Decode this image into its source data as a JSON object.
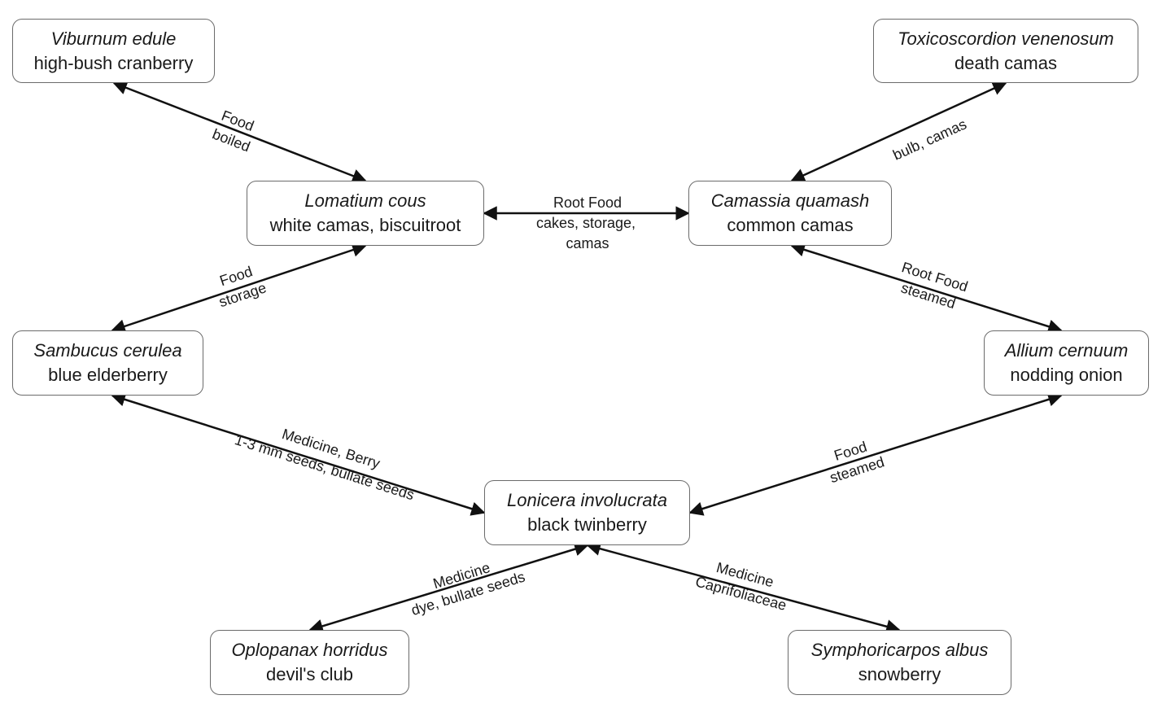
{
  "nodes": [
    {
      "id": "viburnum",
      "scientific": "Viburnum edule",
      "common": "high-bush cranberry"
    },
    {
      "id": "toxicoscordion",
      "scientific": "Toxicoscordion venenosum",
      "common": "death camas"
    },
    {
      "id": "lomatium",
      "scientific": "Lomatium cous",
      "common": "white camas, biscuitroot"
    },
    {
      "id": "camassia",
      "scientific": "Camassia quamash",
      "common": "common camas"
    },
    {
      "id": "sambucus",
      "scientific": "Sambucus cerulea",
      "common": "blue elderberry"
    },
    {
      "id": "allium",
      "scientific": "Allium cernuum",
      "common": "nodding onion"
    },
    {
      "id": "lonicera",
      "scientific": "Lonicera involucrata",
      "common": "black twinberry"
    },
    {
      "id": "oplopanax",
      "scientific": "Oplopanax horridus",
      "common": "devil's club"
    },
    {
      "id": "symphoricarpos",
      "scientific": "Symphoricarpos albus",
      "common": "snowberry"
    }
  ],
  "edges": [
    {
      "id": "viburnum-lomatium",
      "line1": "Food",
      "line2": "boiled"
    },
    {
      "id": "toxicoscordion-camassia",
      "line1": "",
      "line2": "bulb, camas"
    },
    {
      "id": "lomatium-camassia",
      "line1": "Root Food",
      "line2": "cakes, storage,",
      "line3": "camas"
    },
    {
      "id": "lomatium-sambucus",
      "line1": "Food",
      "line2": "storage"
    },
    {
      "id": "camassia-allium",
      "line1": "Root Food",
      "line2": "steamed"
    },
    {
      "id": "sambucus-lonicera",
      "line1": "Medicine, Berry",
      "line2": "1-3 mm seeds, bullate seeds"
    },
    {
      "id": "allium-lonicera",
      "line1": "Food",
      "line2": "steamed"
    },
    {
      "id": "lonicera-oplopanax",
      "line1": "Medicine",
      "line2": "dye, bullate seeds"
    },
    {
      "id": "lonicera-symphoricarpos",
      "line1": "Medicine",
      "line2": "Caprifoliaceae"
    }
  ]
}
